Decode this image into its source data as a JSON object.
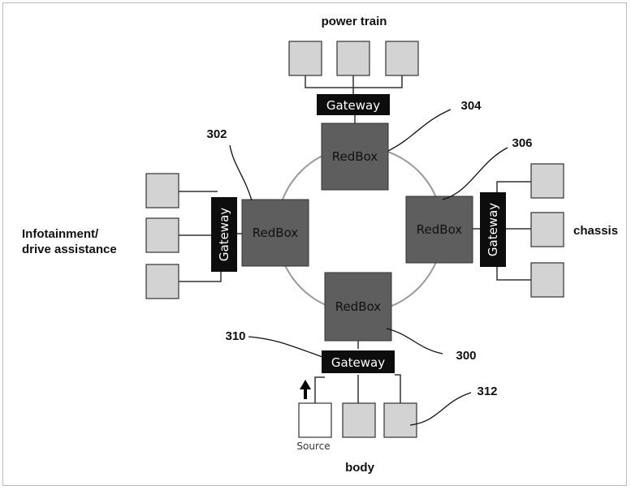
{
  "labels": {
    "power_train": "power train",
    "infotainment_line1": "Infotainment/",
    "infotainment_line2": "drive assistance",
    "chassis": "chassis",
    "body": "body"
  },
  "redbox_label": "RedBox",
  "gateway_label": "Gateway",
  "source_label": "Source",
  "refs": {
    "r300": "300",
    "r302": "302",
    "r304": "304",
    "r306": "306",
    "r310": "310",
    "r312": "312"
  },
  "colors": {
    "redbox_fill": "#5e5e5e",
    "gateway_fill": "#0d0d0d",
    "node_fill": "#d3d3d3",
    "ring_stroke": "#9a9a9a",
    "line": "#333333"
  }
}
